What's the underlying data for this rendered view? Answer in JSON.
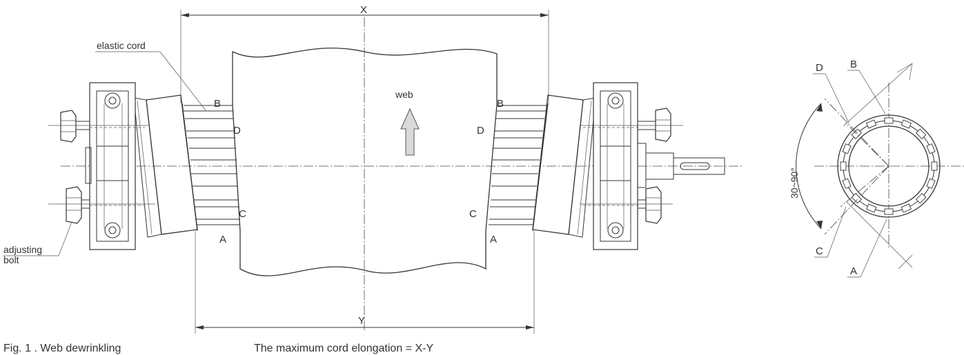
{
  "labels": {
    "dim_x": "X",
    "dim_y": "Y",
    "elastic_cord": "elastic cord",
    "web": "web",
    "adjusting": "adjusting",
    "bolt": "bolt",
    "a": "A",
    "b": "B",
    "c": "C",
    "d": "D",
    "angle": "30~90°"
  },
  "caption": {
    "figure": "Fig. 1 .   Web dewrinkling",
    "formula": "The maximum cord elongation = X-Y"
  }
}
